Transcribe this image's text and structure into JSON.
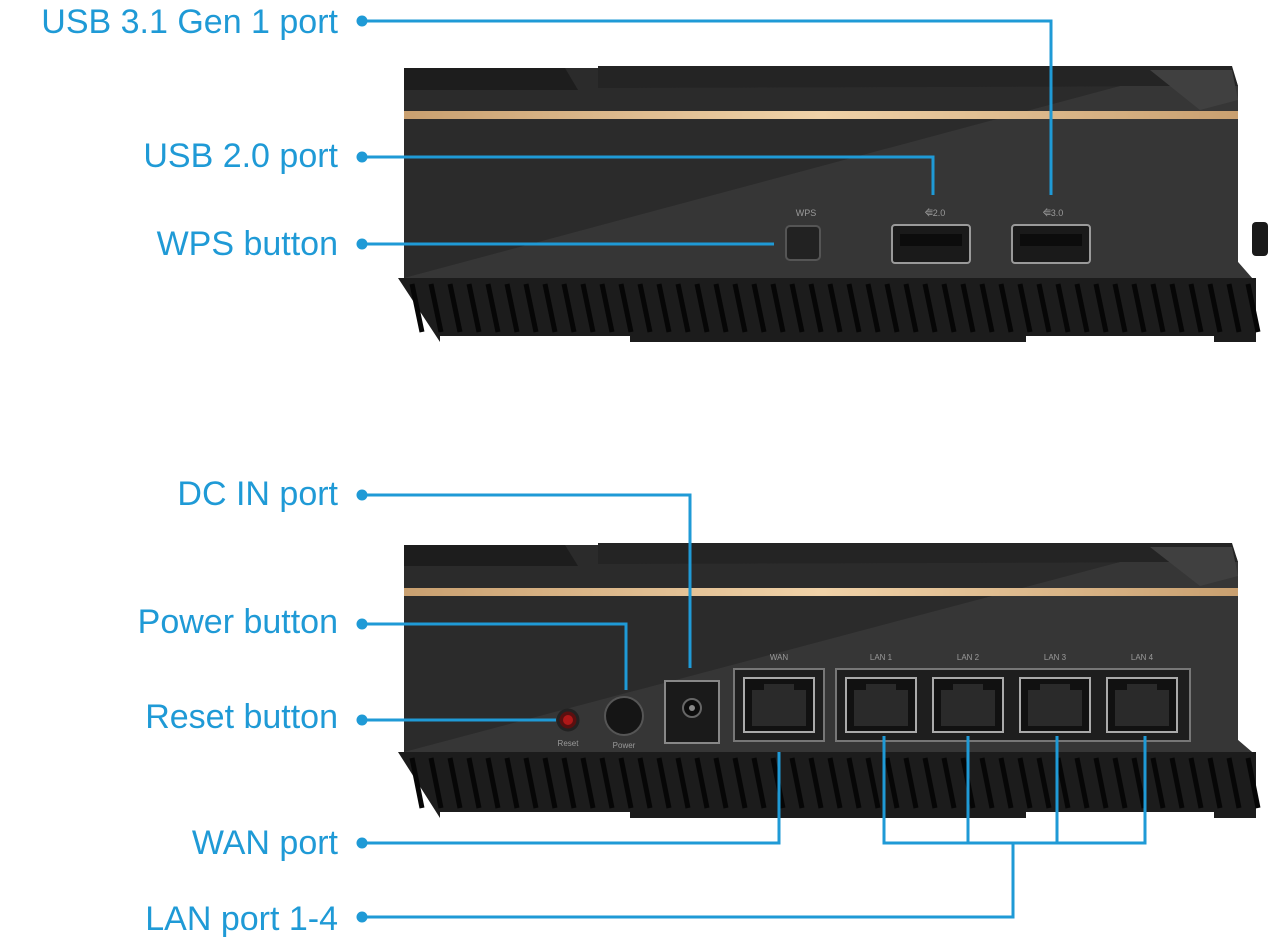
{
  "figure": "Router rear panel port diagram",
  "accent_color": "#1f9ad6",
  "device_color": "#2f2f2f",
  "stripe_color": "#d9b48a",
  "top_panel": {
    "callouts": {
      "usb31": "USB 3.1 Gen 1 port",
      "usb20": "USB 2.0 port",
      "wps": "WPS button"
    },
    "device_labels": {
      "wps": "WPS",
      "usb20": "⭅2.0",
      "usb31": "⭅3.0"
    }
  },
  "bottom_panel": {
    "callouts": {
      "dcin": "DC IN port",
      "power": "Power button",
      "reset": "Reset button",
      "wan": "WAN port",
      "lan": "LAN port 1-4"
    },
    "device_labels": {
      "reset": "Reset",
      "power": "Power",
      "wan": "WAN",
      "lan1": "LAN 1",
      "lan2": "LAN 2",
      "lan3": "LAN 3",
      "lan4": "LAN 4"
    }
  }
}
